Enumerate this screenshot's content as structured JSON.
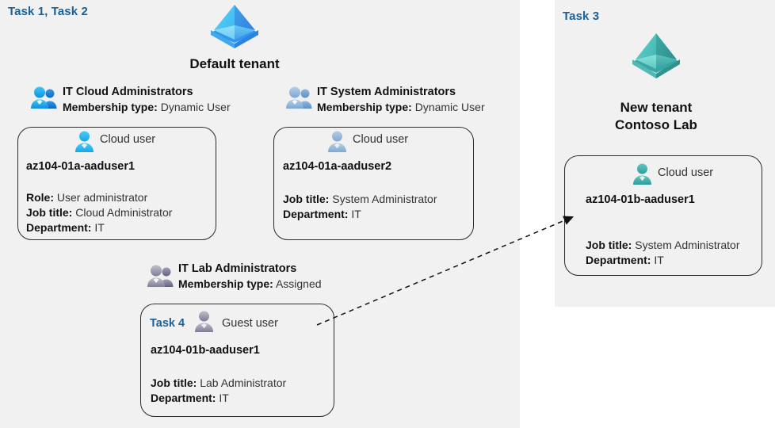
{
  "diagram": {
    "title": "Azure AD tenants, groups and users lab diagram",
    "colors": {
      "panel_bg": "#f1f1f1",
      "page_bg": "#ffffff",
      "task_blue": "#1a6099",
      "default_tenant_icon": "#3ca0f0",
      "new_tenant_icon": "#3fb5b0",
      "card_border": "#2b2b2b"
    }
  },
  "left_panel": {
    "task_label": "Task 1, Task 2",
    "tenant": {
      "icon": "azure-ad-tenant-icon",
      "name": "Default tenant"
    },
    "groups": [
      {
        "icon": "group-users-icon",
        "title": "IT Cloud Administrators",
        "membership_label": "Membership type:",
        "membership_value": "Dynamic User",
        "user": {
          "icon": "cloud-user-icon",
          "type_label": "Cloud user",
          "name": "az104-01a-aaduser1",
          "attributes": [
            {
              "label": "Role:",
              "value": "User administrator"
            },
            {
              "label": "Job title:",
              "value": "Cloud Administrator"
            },
            {
              "label": "Department:",
              "value": "IT"
            }
          ]
        }
      },
      {
        "icon": "group-users-icon",
        "title": "IT System Administrators",
        "membership_label": "Membership type:",
        "membership_value": "Dynamic User",
        "user": {
          "icon": "cloud-user-icon",
          "type_label": "Cloud user",
          "name": "az104-01a-aaduser2",
          "attributes": [
            {
              "label": "Job title:",
              "value": "System Administrator"
            },
            {
              "label": "Department:",
              "value": "IT"
            }
          ]
        }
      },
      {
        "icon": "group-users-icon",
        "title": "IT Lab Administrators",
        "membership_label": "Membership type:",
        "membership_value": "Assigned",
        "user": {
          "icon": "guest-user-icon",
          "inline_task_label": "Task 4",
          "type_label": "Guest user",
          "name": "az104-01b-aaduser1",
          "attributes": [
            {
              "label": "Job title:",
              "value": "Lab Administrator"
            },
            {
              "label": "Department:",
              "value": "IT"
            }
          ]
        }
      }
    ]
  },
  "right_panel": {
    "task_label": "Task 3",
    "tenant": {
      "icon": "azure-ad-tenant-icon",
      "name_line1": "New  tenant",
      "name_line2": "Contoso Lab"
    },
    "user": {
      "icon": "cloud-user-icon",
      "type_label": "Cloud user",
      "name": "az104-01b-aaduser1",
      "attributes": [
        {
          "label": "Job title:",
          "value": "System Administrator"
        },
        {
          "label": "Department:",
          "value": "IT"
        }
      ]
    }
  },
  "connector": {
    "name": "guest-invite-arrow",
    "style": "dashed-arrow"
  }
}
